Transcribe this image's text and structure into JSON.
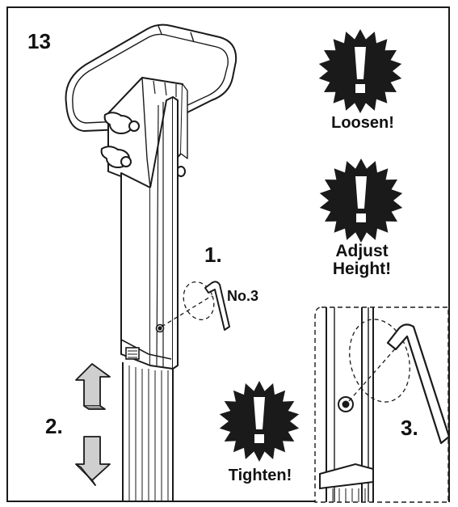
{
  "step": {
    "number": "13",
    "sub1": "1.",
    "sub2": "2.",
    "sub3": "3."
  },
  "tool": {
    "label": "No.3",
    "icon": "hex-key-icon"
  },
  "warnings": {
    "loosen": "Loosen!",
    "adjust_line1": "Adjust",
    "adjust_line2": "Height!",
    "tighten": "Tighten!",
    "icon": "exclamation-starburst-icon"
  },
  "colors": {
    "ink": "#1a1a1a",
    "arrow_fill": "#cfcfcf"
  }
}
